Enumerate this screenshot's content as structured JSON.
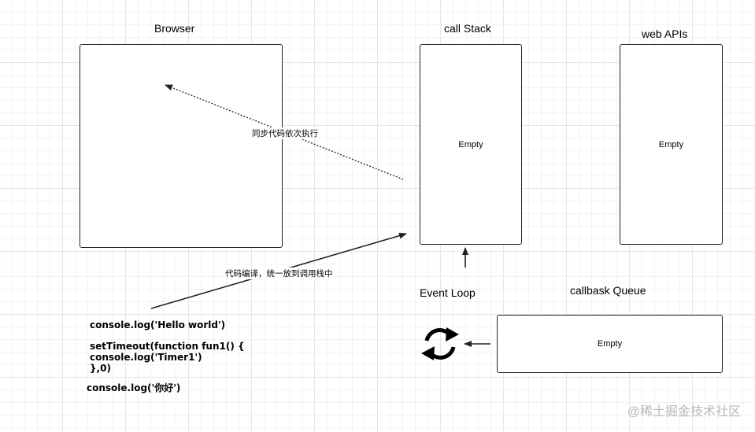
{
  "titles": {
    "browser": "Browser",
    "call_stack": "call Stack",
    "web_apis": "web APIs",
    "event_loop": "Event Loop",
    "callback_queue": "callbask Queue"
  },
  "boxes": {
    "call_stack": "Empty",
    "web_apis": "Empty",
    "callback_queue": "Empty"
  },
  "edges": {
    "sync_exec": "同步代码依次执行",
    "compile": "代码编译，统一放到调用栈中"
  },
  "code": {
    "line1": "console.log('Hello world')",
    "block": "setTimeout(function fun1() {\nconsole.log('Timer1')\n},0)",
    "line_last": "console.log('你好')"
  },
  "icons": {
    "refresh": "refresh-icon"
  },
  "watermark": "@稀土掘金技术社区"
}
